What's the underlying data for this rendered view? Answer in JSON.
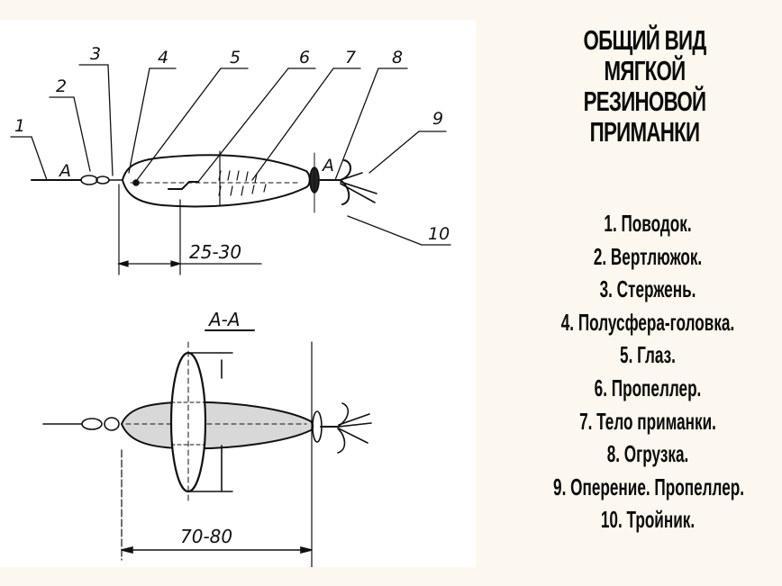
{
  "title": {
    "lines": [
      "ОБЩИЙ ВИД",
      "МЯГКОЙ",
      "РЕЗИНОВОЙ",
      "ПРИМАНКИ"
    ]
  },
  "legend": {
    "items": [
      "1. Поводок.",
      "2. Вертлюжок.",
      "3. Стержень.",
      "4. Полусфера-головка.",
      "5. Глаз.",
      "6. Пропеллер.",
      "7. Тело приманки.",
      "8. Огрузка.",
      "9. Оперение. Пропеллер.",
      "10. Тройник."
    ]
  },
  "drawing": {
    "side_view": {
      "callouts": [
        "1",
        "2",
        "3",
        "4",
        "5",
        "6",
        "7",
        "8",
        "9",
        "10"
      ],
      "section_mark_left": "А",
      "section_mark_right": "А",
      "dimension": "25-30"
    },
    "section_view": {
      "title": "А-А",
      "dimension": "70-80"
    }
  }
}
